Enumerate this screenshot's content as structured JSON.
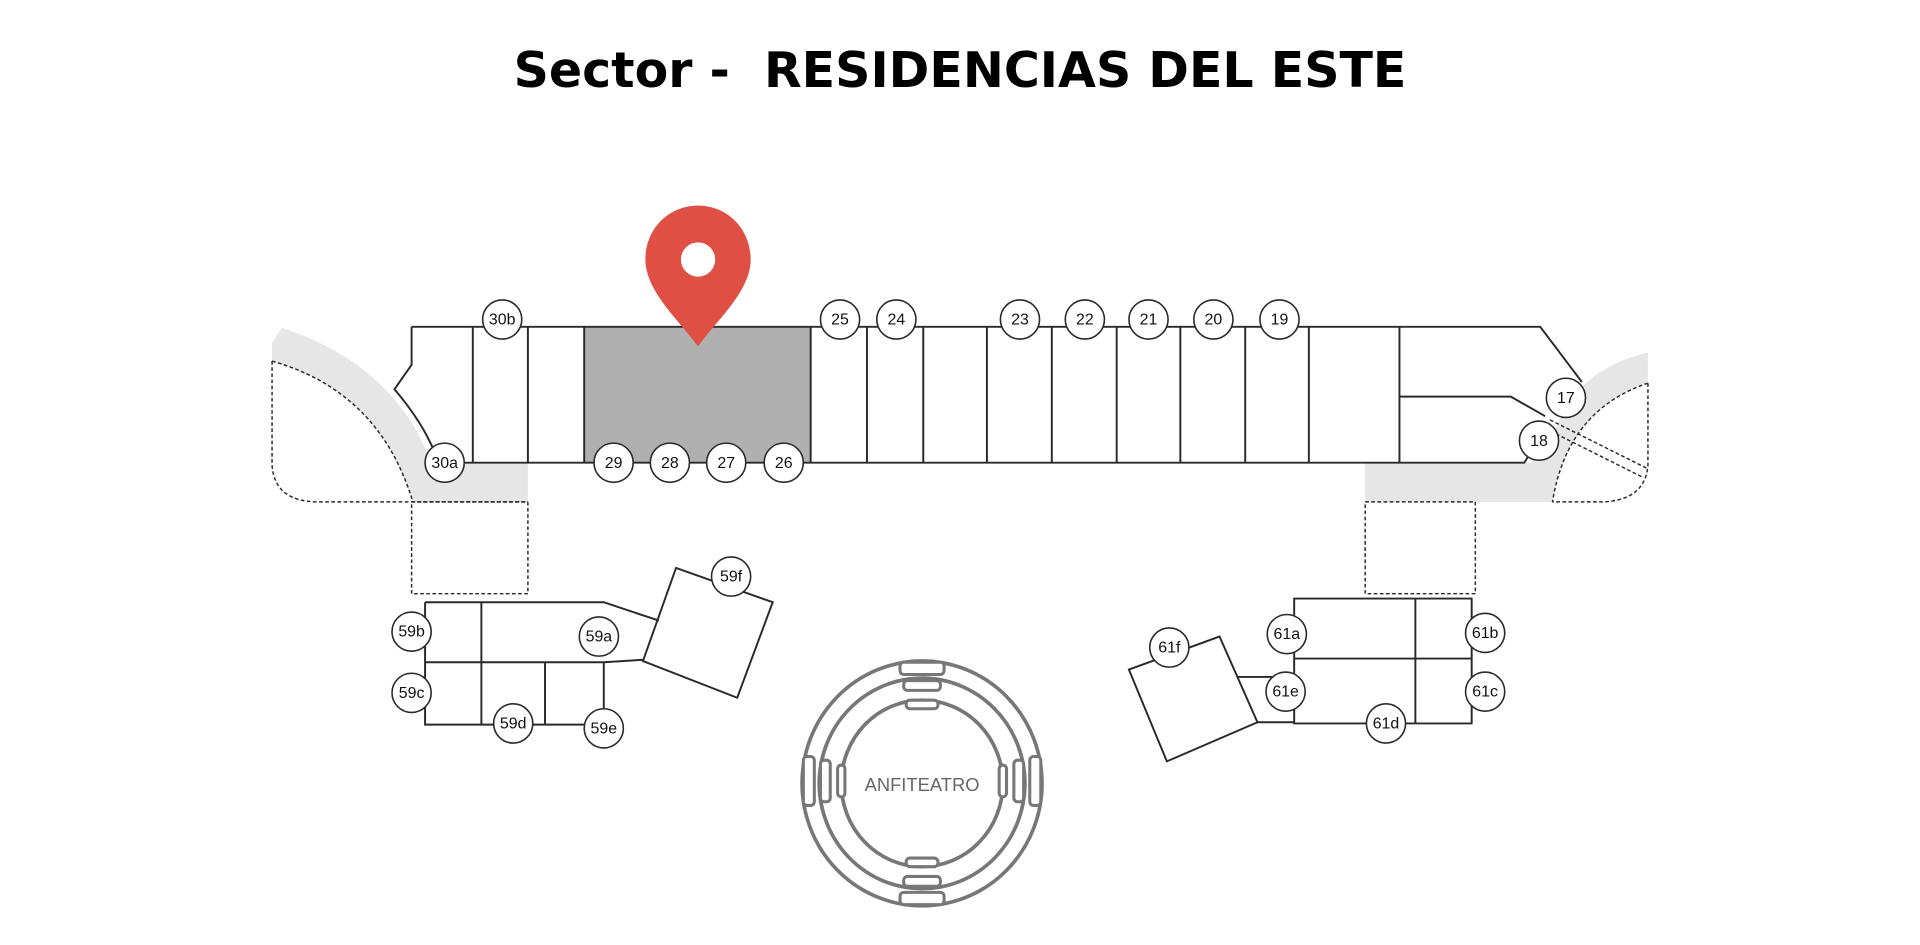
{
  "title": "Sector -  RESIDENCIAS DEL ESTE",
  "colors": {
    "pin": "#df4f43",
    "highlight": "#b0b0b0",
    "walkway": "#e6e6e6",
    "amphitheater": "#777777"
  },
  "selected_lot": "29-26",
  "icons": {
    "pin": "map-pin-icon"
  },
  "amphitheater_label": "ANFITEATRO",
  "lots": {
    "l30b": "30b",
    "l25": "25",
    "l24": "24",
    "l23": "23",
    "l22": "22",
    "l21": "21",
    "l20": "20",
    "l19": "19",
    "l30a": "30a",
    "l29": "29",
    "l28": "28",
    "l27": "27",
    "l26": "26",
    "l17": "17",
    "l18": "18",
    "l59a": "59a",
    "l59b": "59b",
    "l59c": "59c",
    "l59d": "59d",
    "l59e": "59e",
    "l59f": "59f",
    "l61a": "61a",
    "l61b": "61b",
    "l61c": "61c",
    "l61d": "61d",
    "l61e": "61e",
    "l61f": "61f"
  }
}
